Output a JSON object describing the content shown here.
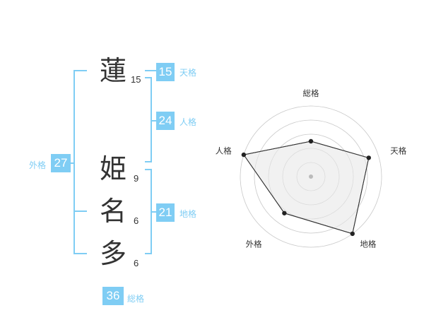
{
  "name": {
    "characters": [
      {
        "char": "蓮",
        "strokes": "15"
      },
      {
        "char": "姫",
        "strokes": "9"
      },
      {
        "char": "名",
        "strokes": "6"
      },
      {
        "char": "多",
        "strokes": "6"
      }
    ]
  },
  "fortune": {
    "tenkaku": {
      "value": "15",
      "label": "天格"
    },
    "jinkaku": {
      "value": "24",
      "label": "人格"
    },
    "chikaku": {
      "value": "21",
      "label": "地格"
    },
    "gaikaku": {
      "value": "27",
      "label": "外格"
    },
    "soukaku": {
      "value": "36",
      "label": "総格"
    }
  },
  "colors": {
    "accent": "#7fcdf4",
    "text": "#333333",
    "radar_fill": "#eeeeee",
    "ring": "#cccccc"
  },
  "chart_data": {
    "type": "radar",
    "axes": [
      "総格",
      "天格",
      "地格",
      "外格",
      "人格"
    ],
    "series": [
      {
        "values": [
          2.5,
          4.3,
          5.0,
          3.2,
          5.0
        ]
      }
    ],
    "scale": {
      "min": 0,
      "max": 5,
      "rings": 5
    },
    "center_marker": true
  }
}
